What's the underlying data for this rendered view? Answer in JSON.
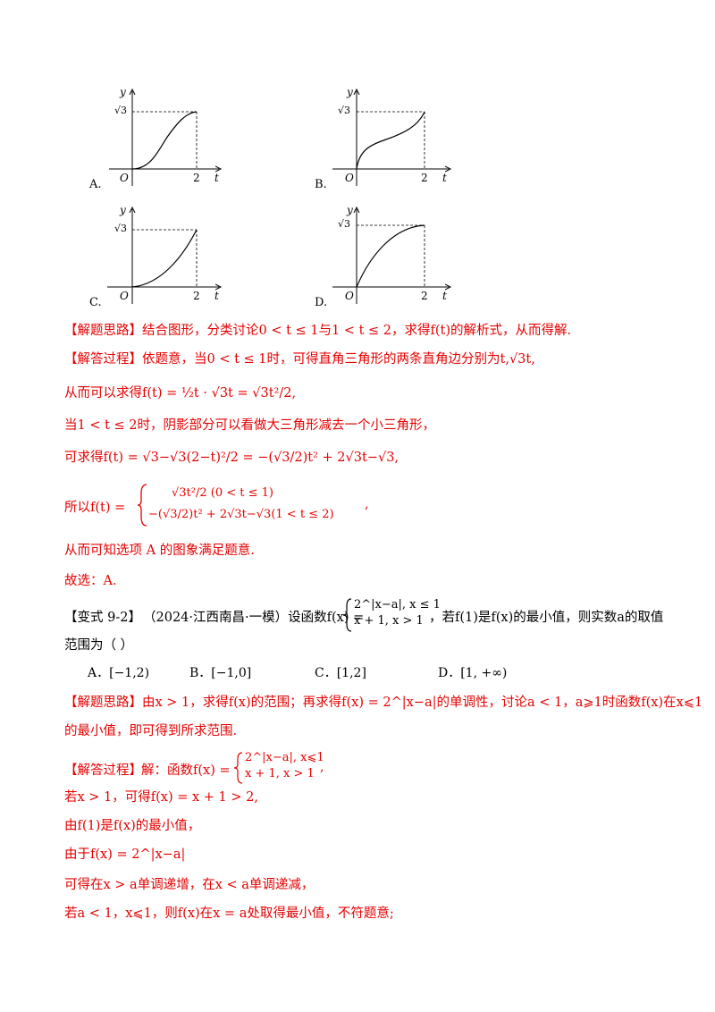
{
  "graphs": [
    {
      "letter": "A.",
      "y_label": "y",
      "y_tick": "√3",
      "origin": "O",
      "x_tick": "2",
      "x_label": "t"
    },
    {
      "letter": "B.",
      "y_label": "y",
      "y_tick": "√3",
      "origin": "O",
      "x_tick": "2",
      "x_label": "t"
    },
    {
      "letter": "C.",
      "y_label": "y",
      "y_tick": "√3",
      "origin": "O",
      "x_tick": "2",
      "x_label": "t"
    },
    {
      "letter": "D.",
      "y_label": "y",
      "y_tick": "√3",
      "origin": "O",
      "x_tick": "2",
      "x_label": "t"
    }
  ],
  "solution1": {
    "idea_tag": "【解题思路】",
    "idea_text": "结合图形，分类讨论0 < t ≤ 1与1 < t ≤ 2，求得f(t)的解析式，从而得解.",
    "process_tag": "【解答过程】",
    "process_text": "依题意，当0 < t ≤ 1时，可得直角三角形的两条直角边分别为t,√3t,",
    "line3": "从而可以求得f(t) = ½t · √3t = √3t²/2,",
    "line4": "当1 < t ≤ 2时，阴影部分可以看做大三角形减去一个小三角形，",
    "line5": "可求得f(t) = √3−√3(2−t)²/2 = −(√3/2)t² + 2√3t−√3,",
    "line6_prefix": "所以f(t) =",
    "line6_case1": "√3t²/2 (0 < t ≤ 1)",
    "line6_case2": "−(√3/2)t² + 2√3t−√3(1 < t ≤ 2)",
    "line6_suffix": ",",
    "line7": "从而可知选项 A 的图象满足题意.",
    "line8": "故选：A."
  },
  "problem2": {
    "tag": "【变式 9-2】",
    "source": "（2024·江西南昌·一模）设函数f(x) =",
    "case1": "2^|x−a|, x ≤ 1",
    "case2": "x + 1, x > 1",
    "question": "，若f(1)是f(x)的最小值，则实数a的取值",
    "question2": "范围为（    ）",
    "choices": [
      "A．[−1,2)",
      "B．[−1,0]",
      "C．[1,2]",
      "D．[1, +∞)"
    ]
  },
  "solution2": {
    "idea_tag": "【解题思路】",
    "idea_text": "由x > 1，求得f(x)的范围；再求得f(x) = 2^|x−a|的单调性，讨论a < 1，a⩾1时函数f(x)在x⩽1",
    "idea_text2": "的最小值，即可得到所求范围.",
    "process_tag": "【解答过程】",
    "process_text": "解：函数f(x) =",
    "case1": "2^|x−a|, x⩽1",
    "case2": "x + 1, x > 1",
    "process_suffix": ",",
    "line_a": "若x > 1，可得f(x) = x + 1 > 2,",
    "line_b": "由f(1)是f(x)的最小值，",
    "line_c": "由于f(x) = 2^|x−a|",
    "line_d": "可得在x > a单调递增，在x < a单调递减，",
    "line_e": "若a < 1，x⩽1，则f(x)在x = a处取得最小值，不符题意;"
  }
}
